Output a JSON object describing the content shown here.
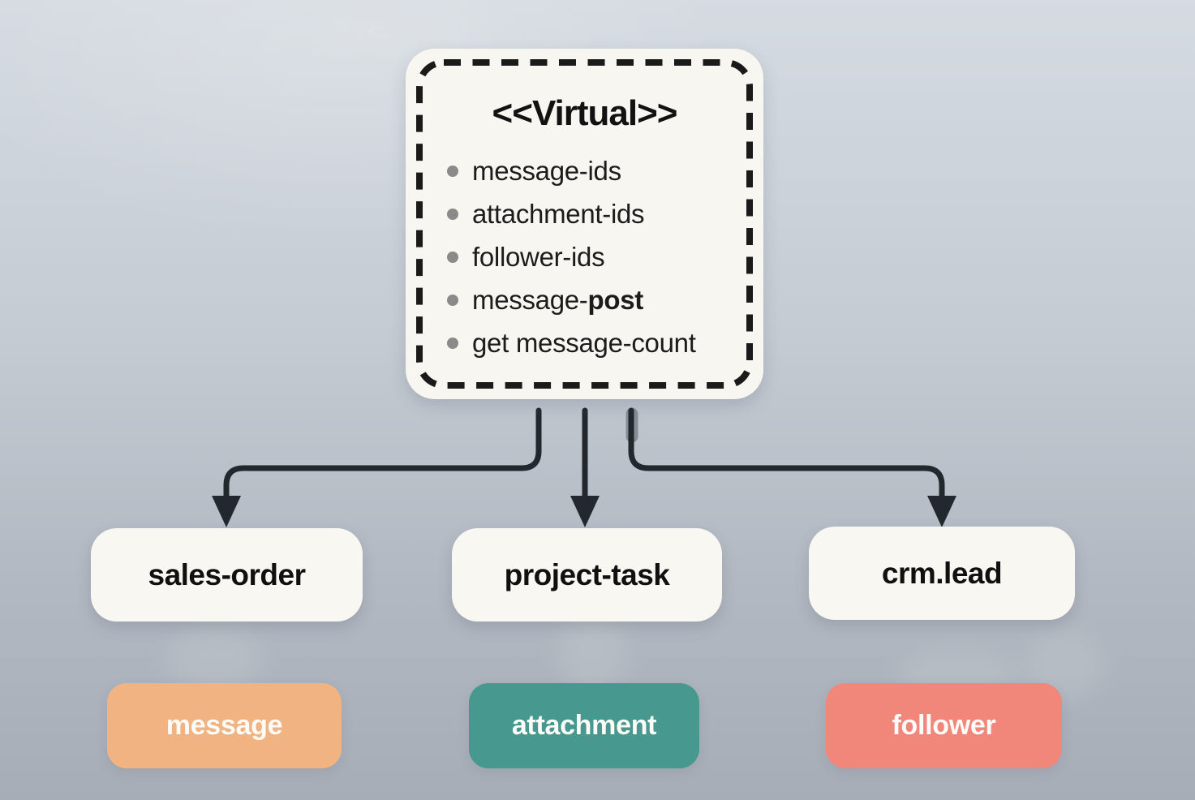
{
  "diagram": {
    "virtual_box": {
      "title": "<<Virtual>>",
      "items": [
        {
          "pre": "message-ids",
          "bold": ""
        },
        {
          "pre": "attachment-ids",
          "bold": ""
        },
        {
          "pre": "follower-ids",
          "bold": ""
        },
        {
          "pre": "message-",
          "bold": "post"
        },
        {
          "pre": "get message-count",
          "bold": ""
        }
      ]
    },
    "models": [
      {
        "label": "sales-order"
      },
      {
        "label": "project-task"
      },
      {
        "label": "crm.lead"
      }
    ],
    "tags": [
      {
        "label": "message",
        "color": "#f1b381"
      },
      {
        "label": "attachment",
        "color": "#47998f"
      },
      {
        "label": "follower",
        "color": "#f1867a"
      }
    ],
    "colors": {
      "arrow": "#23272e",
      "dash_border": "#1a1a1a",
      "bullet": "#8a8a89",
      "card_bg": "#f8f6f0"
    }
  }
}
